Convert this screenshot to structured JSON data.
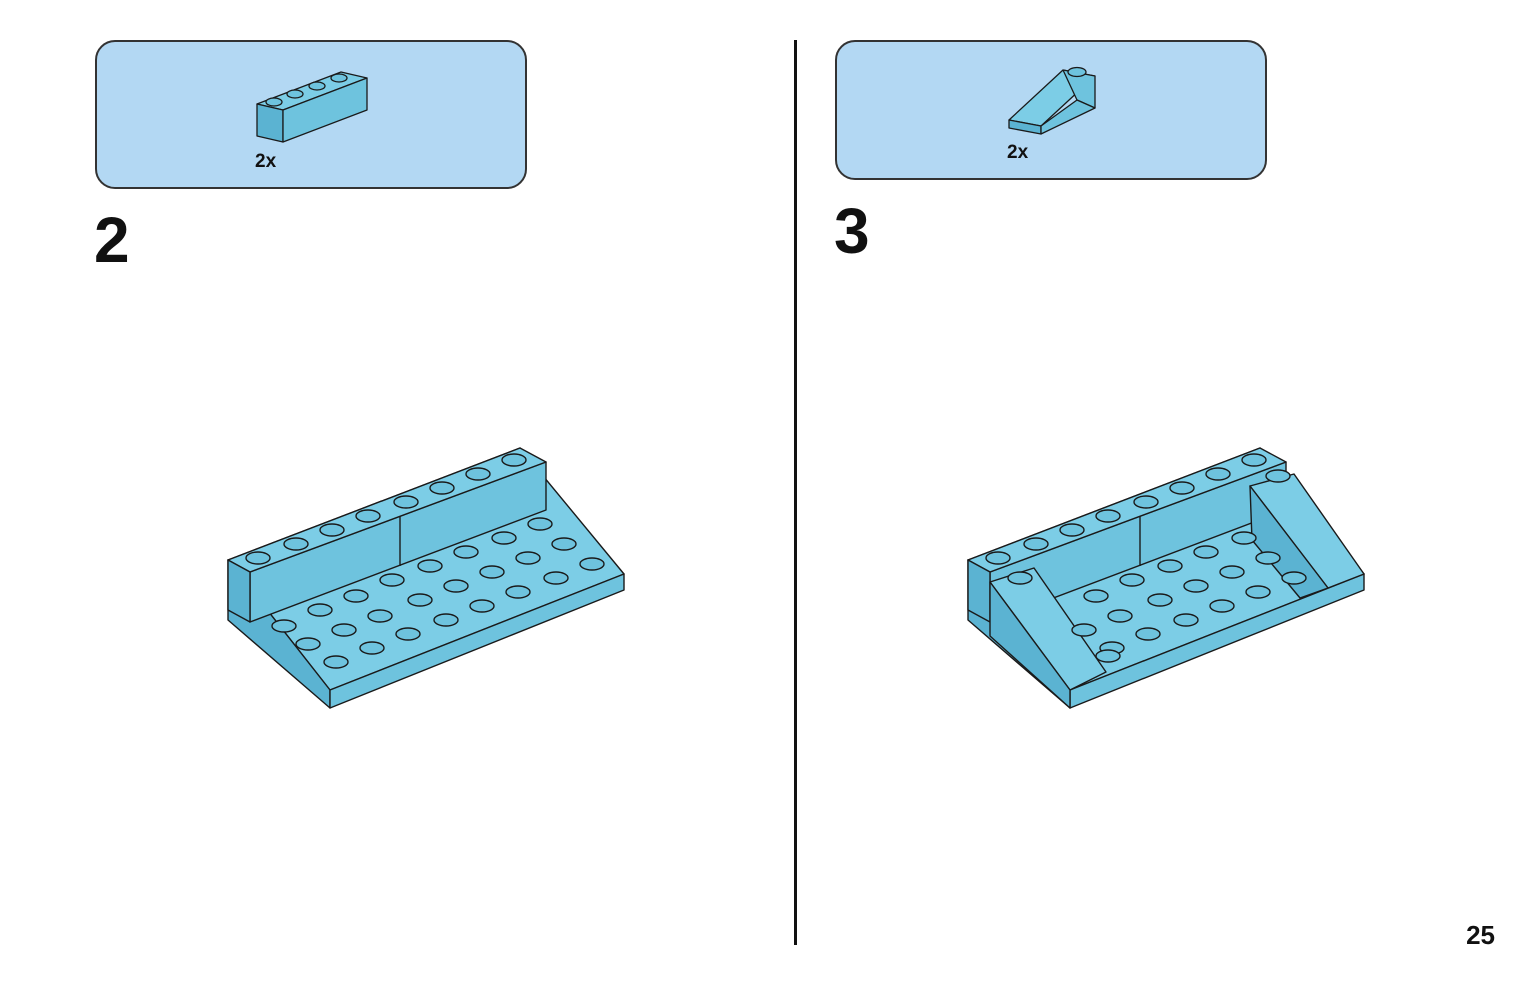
{
  "colors": {
    "panel_fill": "#b3d8f3",
    "brick_fill": "#6ec3de",
    "brick_shade": "#5bb3d2",
    "outline": "#1a1a1a"
  },
  "steps": [
    {
      "number": "2",
      "part": {
        "icon": "brick-1x4-icon",
        "quantity": "2x"
      },
      "model_icon": "step-2-assembly-icon"
    },
    {
      "number": "3",
      "part": {
        "icon": "slope-brick-icon",
        "quantity": "2x"
      },
      "model_icon": "step-3-assembly-icon"
    }
  ],
  "page_number": "25"
}
